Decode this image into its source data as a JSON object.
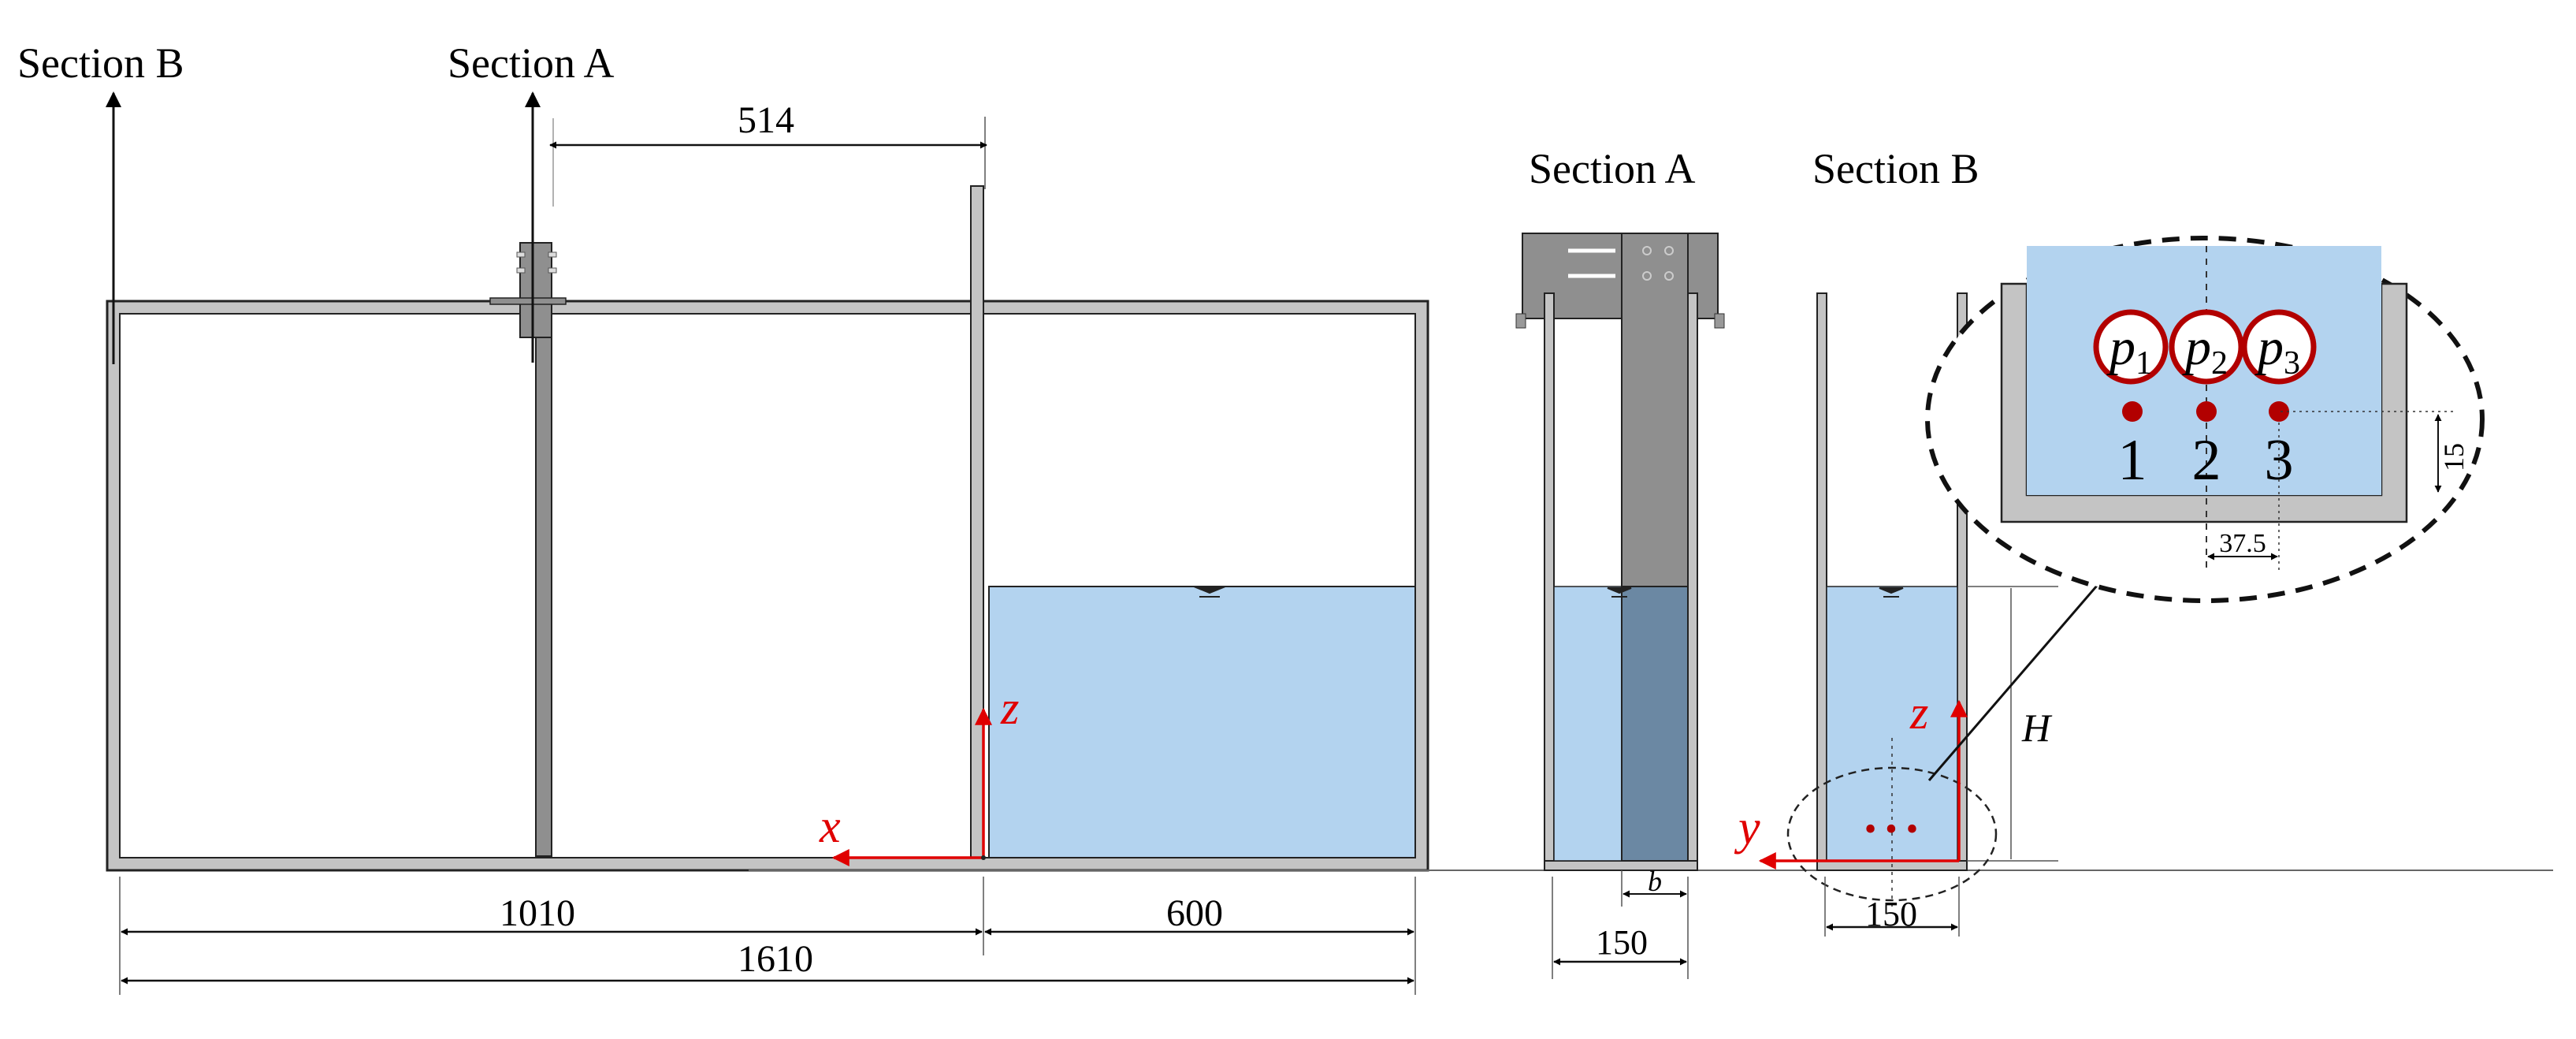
{
  "side_view": {
    "section_b_label": "Section B",
    "section_a_label": "Section A",
    "dim_gate_to_wall": "514",
    "dim_reservoir_left": "1010",
    "dim_reservoir_right": "600",
    "dim_total_length": "1610",
    "axis_x": "x",
    "axis_z": "z"
  },
  "section_a_view": {
    "title": "Section A",
    "dim_gate_width": "b",
    "dim_channel_width": "150"
  },
  "section_b_view": {
    "title": "Section B",
    "dim_channel_width": "150",
    "water_depth_label": "H",
    "axis_y": "y",
    "axis_z": "z",
    "sensor_dots": "• • •"
  },
  "zoom_detail": {
    "sensor_labels": [
      {
        "base": "p",
        "sub": "1",
        "number": "1"
      },
      {
        "base": "p",
        "sub": "2",
        "number": "2"
      },
      {
        "base": "p",
        "sub": "3",
        "number": "3"
      }
    ],
    "dim_height": "15",
    "dim_spacing": "37.5"
  },
  "colors": {
    "water": "#b3d3ef",
    "wall": "#c0c0c0",
    "gate": "#8f8f8f",
    "gate_under_water": "#6b88a3",
    "axis": "#e00000",
    "sensor": "#b20000"
  }
}
